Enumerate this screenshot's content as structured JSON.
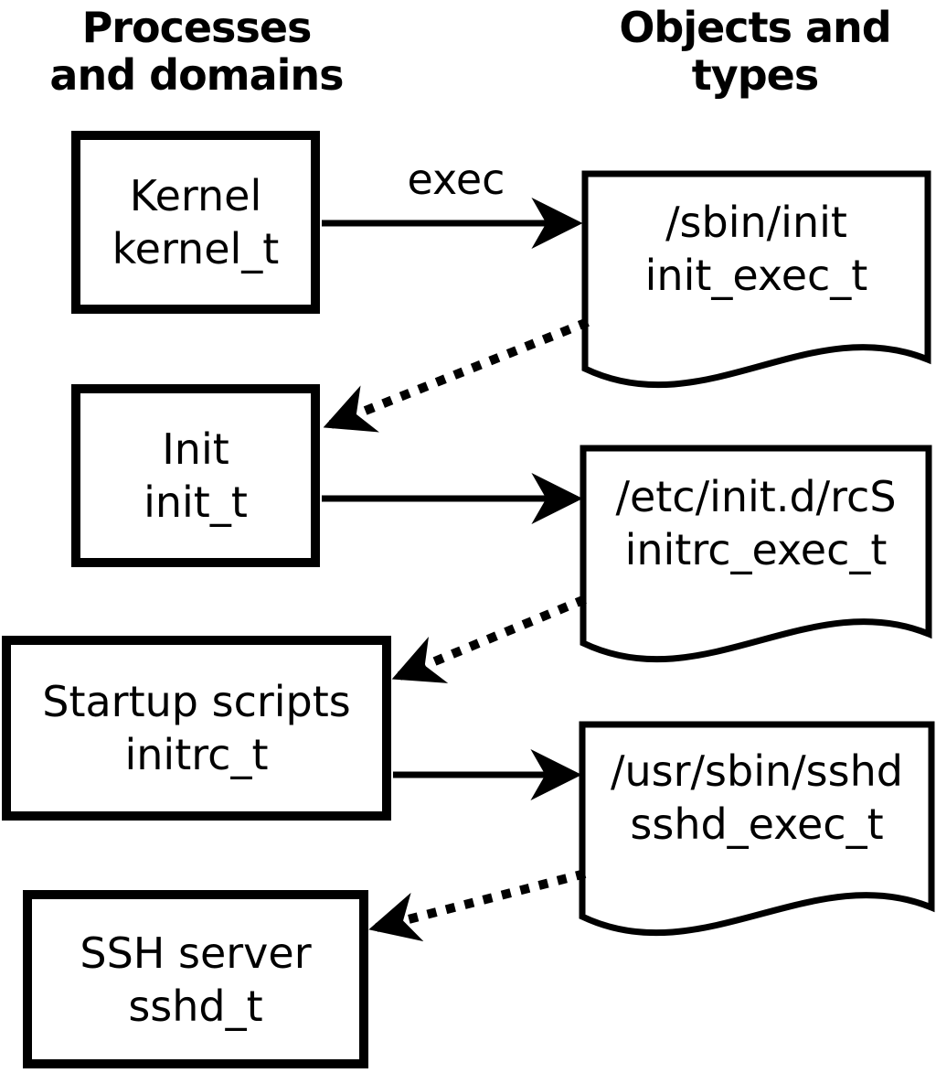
{
  "headers": {
    "left_line1": "Processes",
    "left_line2": "and domains",
    "right_line1": "Objects and",
    "right_line2": "types"
  },
  "processes": [
    {
      "name": "Kernel",
      "type": "kernel_t"
    },
    {
      "name": "Init",
      "type": "init_t"
    },
    {
      "name": "Startup scripts",
      "type": "initrc_t"
    },
    {
      "name": "SSH server",
      "type": "sshd_t"
    }
  ],
  "objects": [
    {
      "path": "/sbin/init",
      "type": "init_exec_t"
    },
    {
      "path": "/etc/init.d/rcS",
      "type": "initrc_exec_t"
    },
    {
      "path": "/usr/sbin/sshd",
      "type": "sshd_exec_t"
    }
  ],
  "edges": {
    "exec_label": "exec"
  },
  "colors": {
    "ink": "#000000",
    "background": "#ffffff"
  }
}
